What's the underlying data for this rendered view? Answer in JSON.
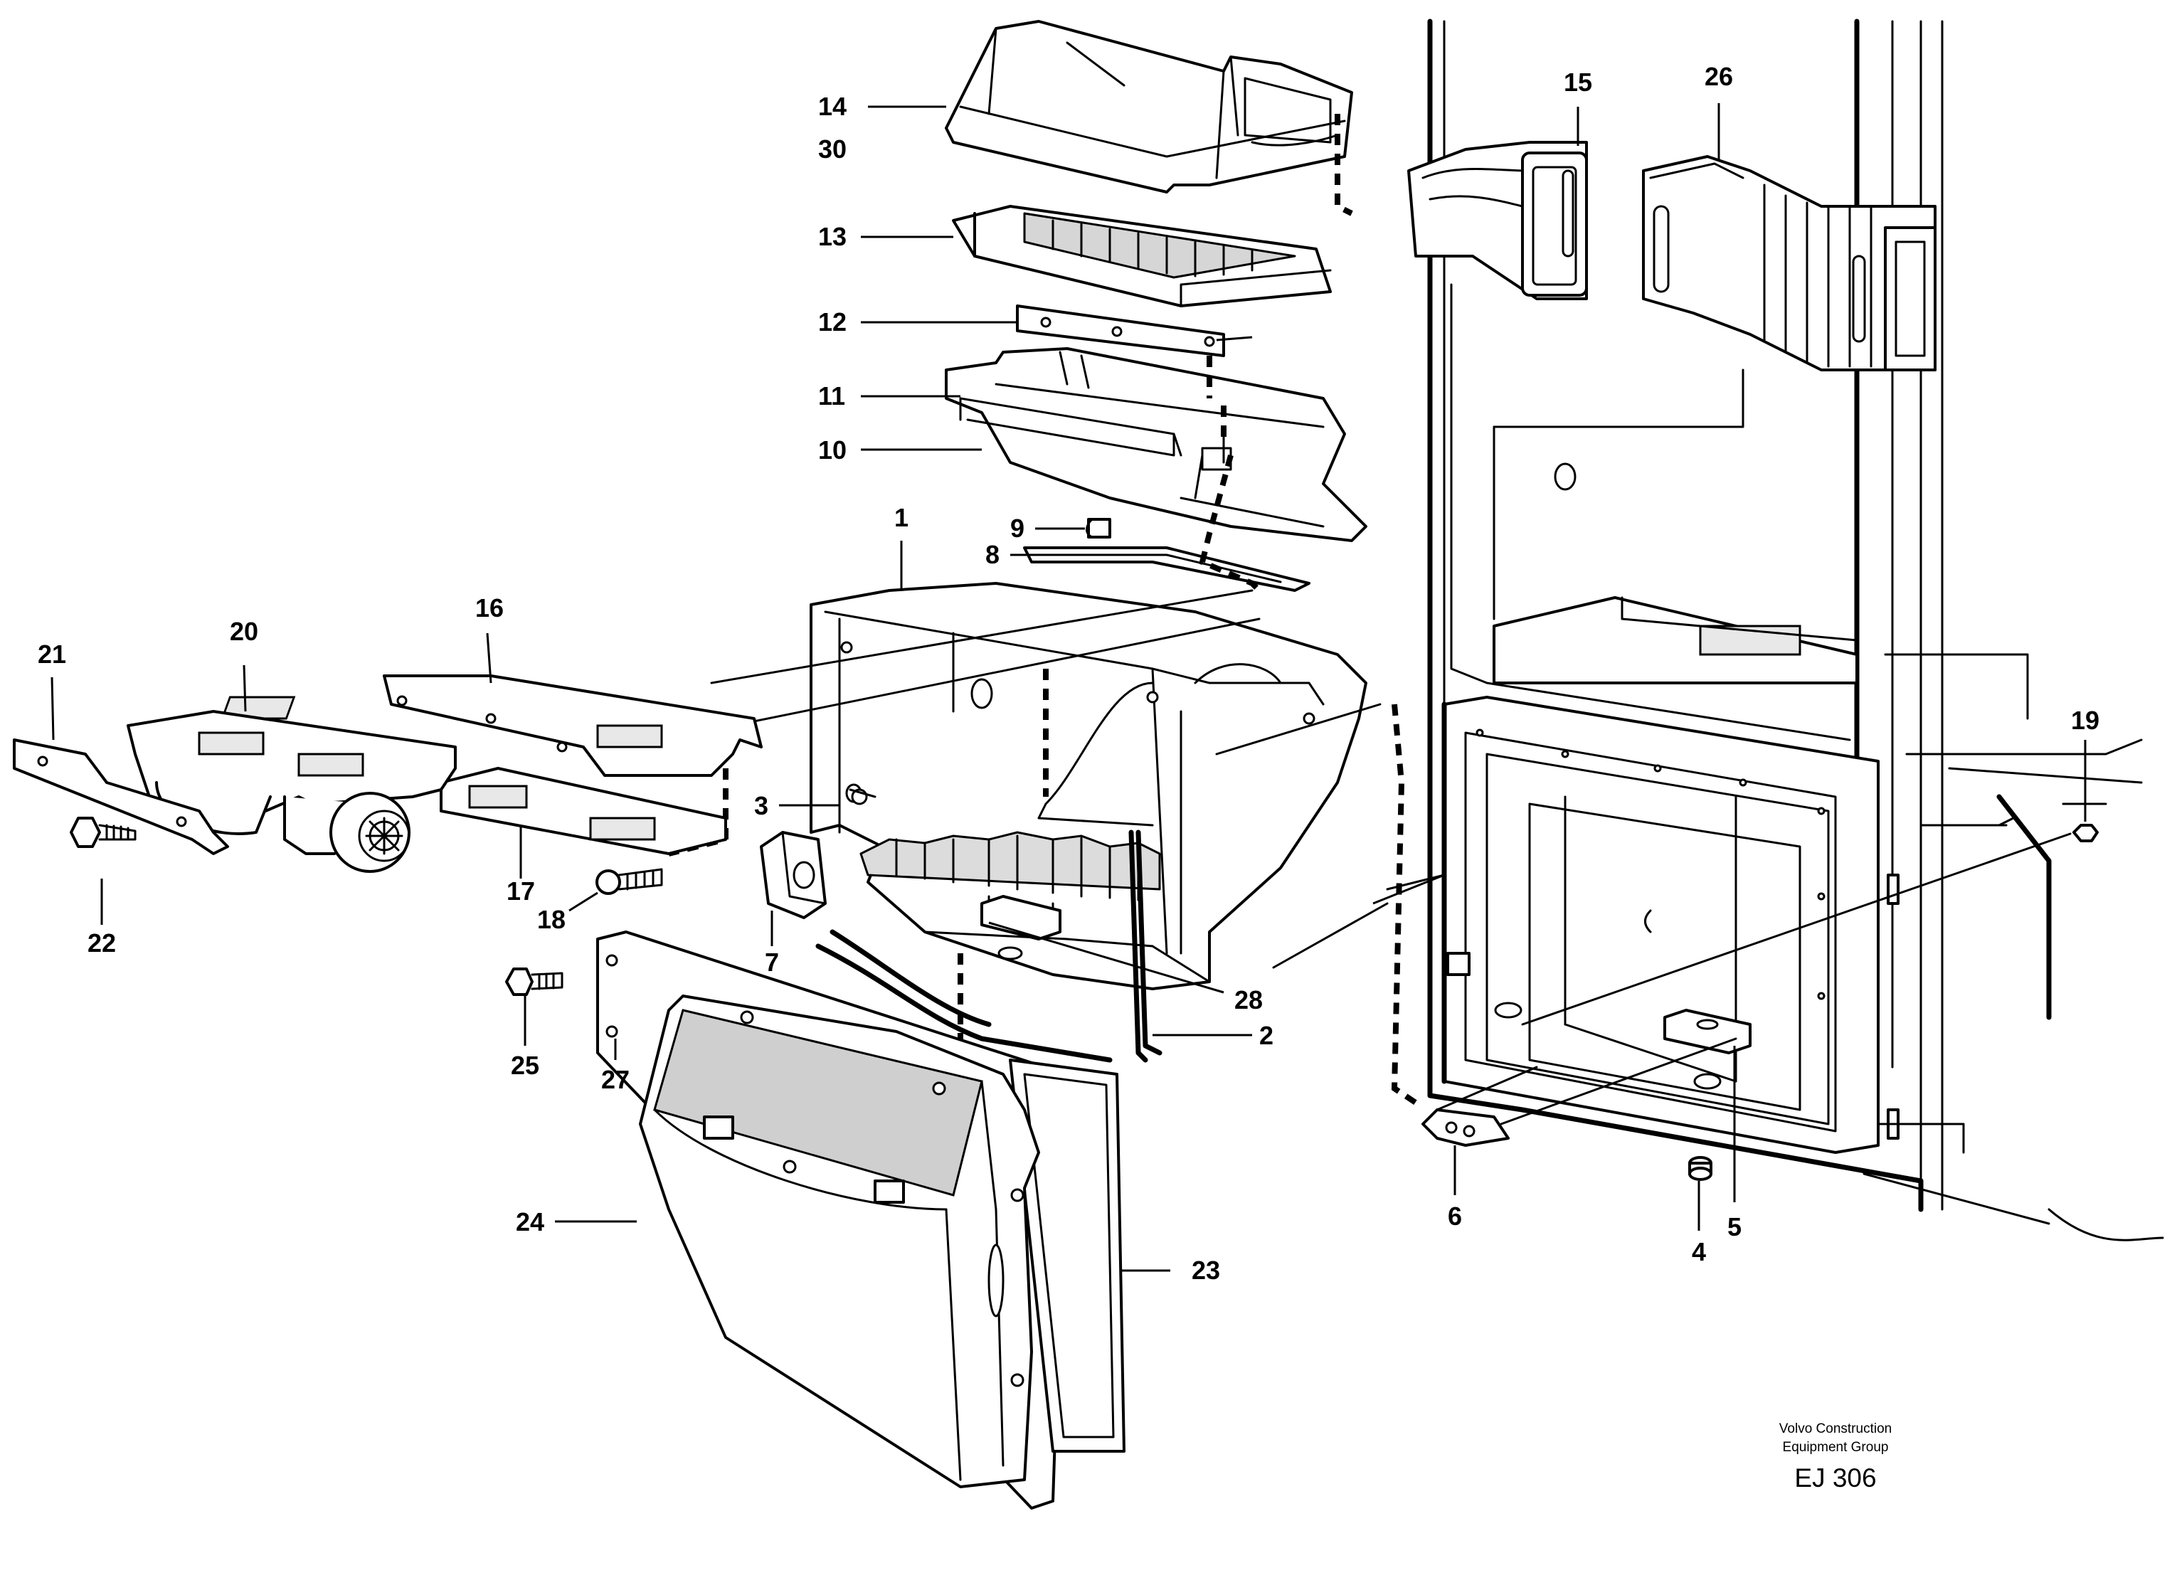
{
  "callouts": [
    {
      "id": "c1",
      "text": "1"
    },
    {
      "id": "c2",
      "text": "2"
    },
    {
      "id": "c3",
      "text": "3"
    },
    {
      "id": "c4",
      "text": "4"
    },
    {
      "id": "c5",
      "text": "5"
    },
    {
      "id": "c6",
      "text": "6"
    },
    {
      "id": "c7",
      "text": "7"
    },
    {
      "id": "c8",
      "text": "8"
    },
    {
      "id": "c9",
      "text": "9"
    },
    {
      "id": "c10",
      "text": "10"
    },
    {
      "id": "c11",
      "text": "11"
    },
    {
      "id": "c12",
      "text": "12"
    },
    {
      "id": "c13",
      "text": "13"
    },
    {
      "id": "c14",
      "text": "14"
    },
    {
      "id": "c30",
      "text": "30"
    },
    {
      "id": "c15",
      "text": "15"
    },
    {
      "id": "c16",
      "text": "16"
    },
    {
      "id": "c17",
      "text": "17"
    },
    {
      "id": "c18",
      "text": "18"
    },
    {
      "id": "c19",
      "text": "19"
    },
    {
      "id": "c20",
      "text": "20"
    },
    {
      "id": "c21",
      "text": "21"
    },
    {
      "id": "c22",
      "text": "22"
    },
    {
      "id": "c23",
      "text": "23"
    },
    {
      "id": "c24",
      "text": "24"
    },
    {
      "id": "c25",
      "text": "25"
    },
    {
      "id": "c26",
      "text": "26"
    },
    {
      "id": "c27",
      "text": "27"
    },
    {
      "id": "c28",
      "text": "28"
    }
  ],
  "credit": {
    "line1": "Volvo Construction",
    "line2": "Equipment Group"
  },
  "drawing_code": "EJ 306"
}
